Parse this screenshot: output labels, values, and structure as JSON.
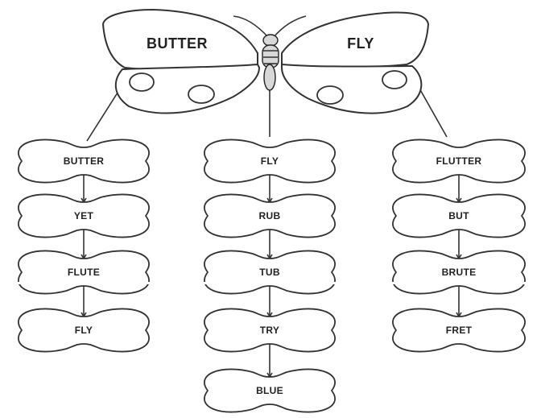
{
  "butterfly": {
    "left_word": "BUTTER",
    "right_word": "FLY"
  },
  "columns": [
    {
      "words": [
        "BUTTER",
        "YET",
        "FLUTE",
        "FLY"
      ]
    },
    {
      "words": [
        "FLY",
        "RUB",
        "TUB",
        "TRY",
        "BLUE"
      ]
    },
    {
      "words": [
        "FLUTTER",
        "BUT",
        "BRUTE",
        "FRET"
      ]
    }
  ]
}
